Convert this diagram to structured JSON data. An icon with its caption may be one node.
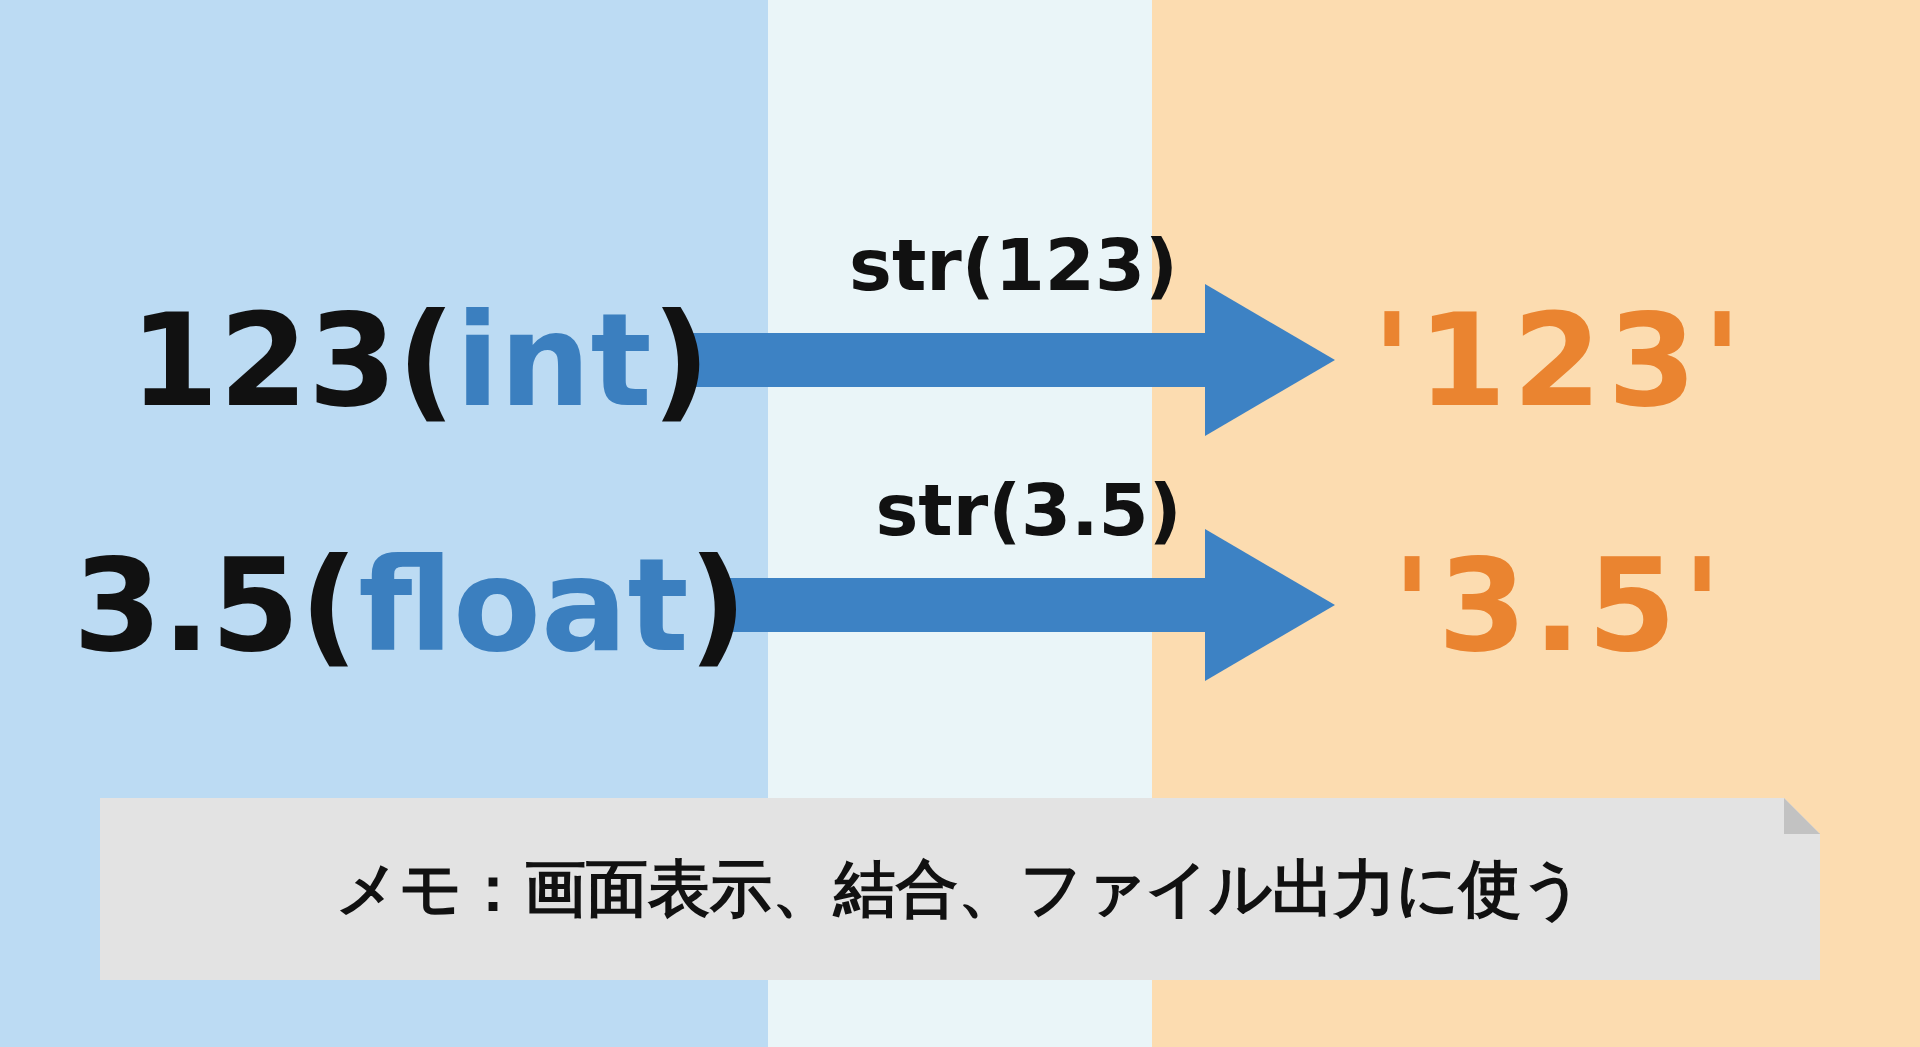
{
  "diagram": {
    "nodes": [
      {
        "text": [
          "123(int)"
        ]
      },
      {
        "text": [
          "3.5(float)"
        ]
      },
      {
        "text": [
          "'123'"
        ]
      },
      {
        "text": [
          "'3.5'"
        ]
      },
      {
        "text": [
          "メモ：画面表示、結合、ファイル出力に使う"
        ]
      }
    ],
    "edges": [
      {
        "from": 0,
        "to": 2,
        "arrow": "to",
        "label": "str(123)"
      },
      {
        "from": 1,
        "to": 3,
        "arrow": "to",
        "label": "str(3.5)"
      }
    ]
  }
}
